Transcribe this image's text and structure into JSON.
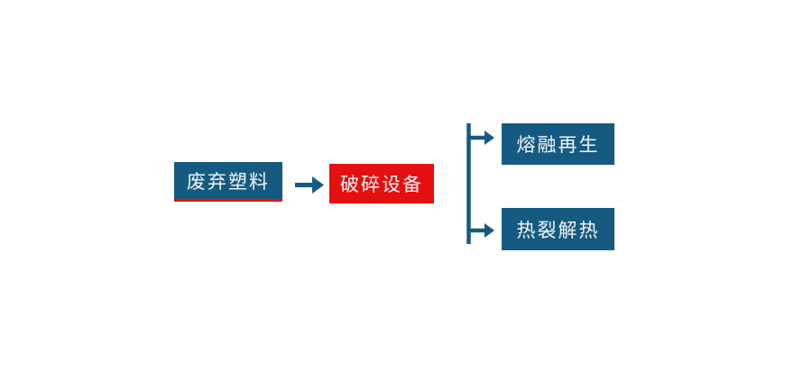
{
  "diagram": {
    "type": "flowchart",
    "background": "#ffffff",
    "colors": {
      "node_blue": "#155a80",
      "node_red": "#e60f0f",
      "source_underline_red": "#e60f0f",
      "arrow_blue": "#155a80",
      "label_text": "#f7f7f7"
    },
    "nodes": {
      "source": {
        "label": "废弃塑料",
        "shape": "rectangle",
        "color": "blue",
        "underline": "red"
      },
      "process": {
        "label": "破碎设备",
        "shape": "rectangle",
        "color": "red"
      },
      "output_top": {
        "label": "熔融再生",
        "shape": "rectangle",
        "color": "blue"
      },
      "output_bottom": {
        "label": "热裂解热",
        "shape": "rectangle",
        "color": "blue"
      }
    },
    "connections": [
      {
        "from": "废弃塑料",
        "to": "破碎设备",
        "style": "solid-arrow"
      },
      {
        "from": "破碎设备",
        "to": "熔融再生",
        "style": "branch-arrow"
      },
      {
        "from": "破碎设备",
        "to": "热裂解热",
        "style": "branch-arrow"
      }
    ]
  }
}
